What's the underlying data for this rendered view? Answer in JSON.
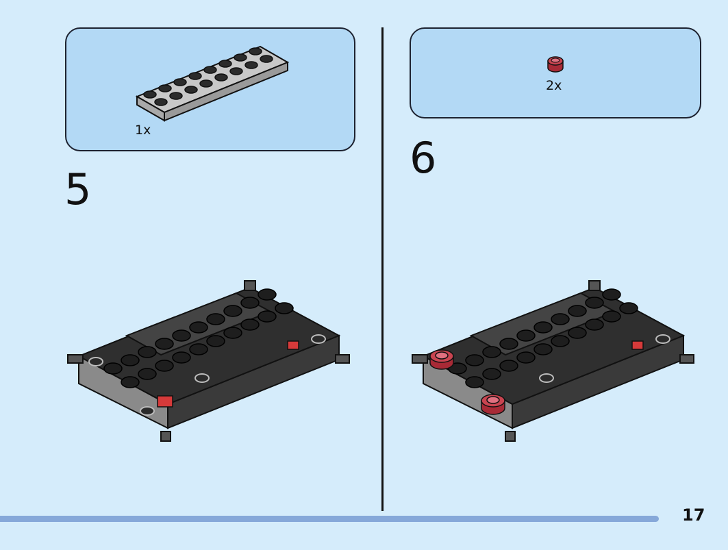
{
  "left_step": {
    "parts_quantity": "1x",
    "step_number": "5",
    "part_icon": "light-gray-2x8-plate-icon",
    "model_icon": "chassis-assembly-step-5-icon"
  },
  "right_step": {
    "parts_quantity": "2x",
    "step_number": "6",
    "part_icon": "red-round-tile-icon",
    "model_icon": "chassis-assembly-step-6-icon"
  },
  "footer": {
    "page_number": "17"
  },
  "colors": {
    "background": "#d5ecfb",
    "parts_box": "#b3d9f5",
    "progress_bar": "#86a8d9",
    "brick_black": "#2b2b2b",
    "brick_gray": "#b0b0b0",
    "accent_red": "#d63a3a"
  }
}
